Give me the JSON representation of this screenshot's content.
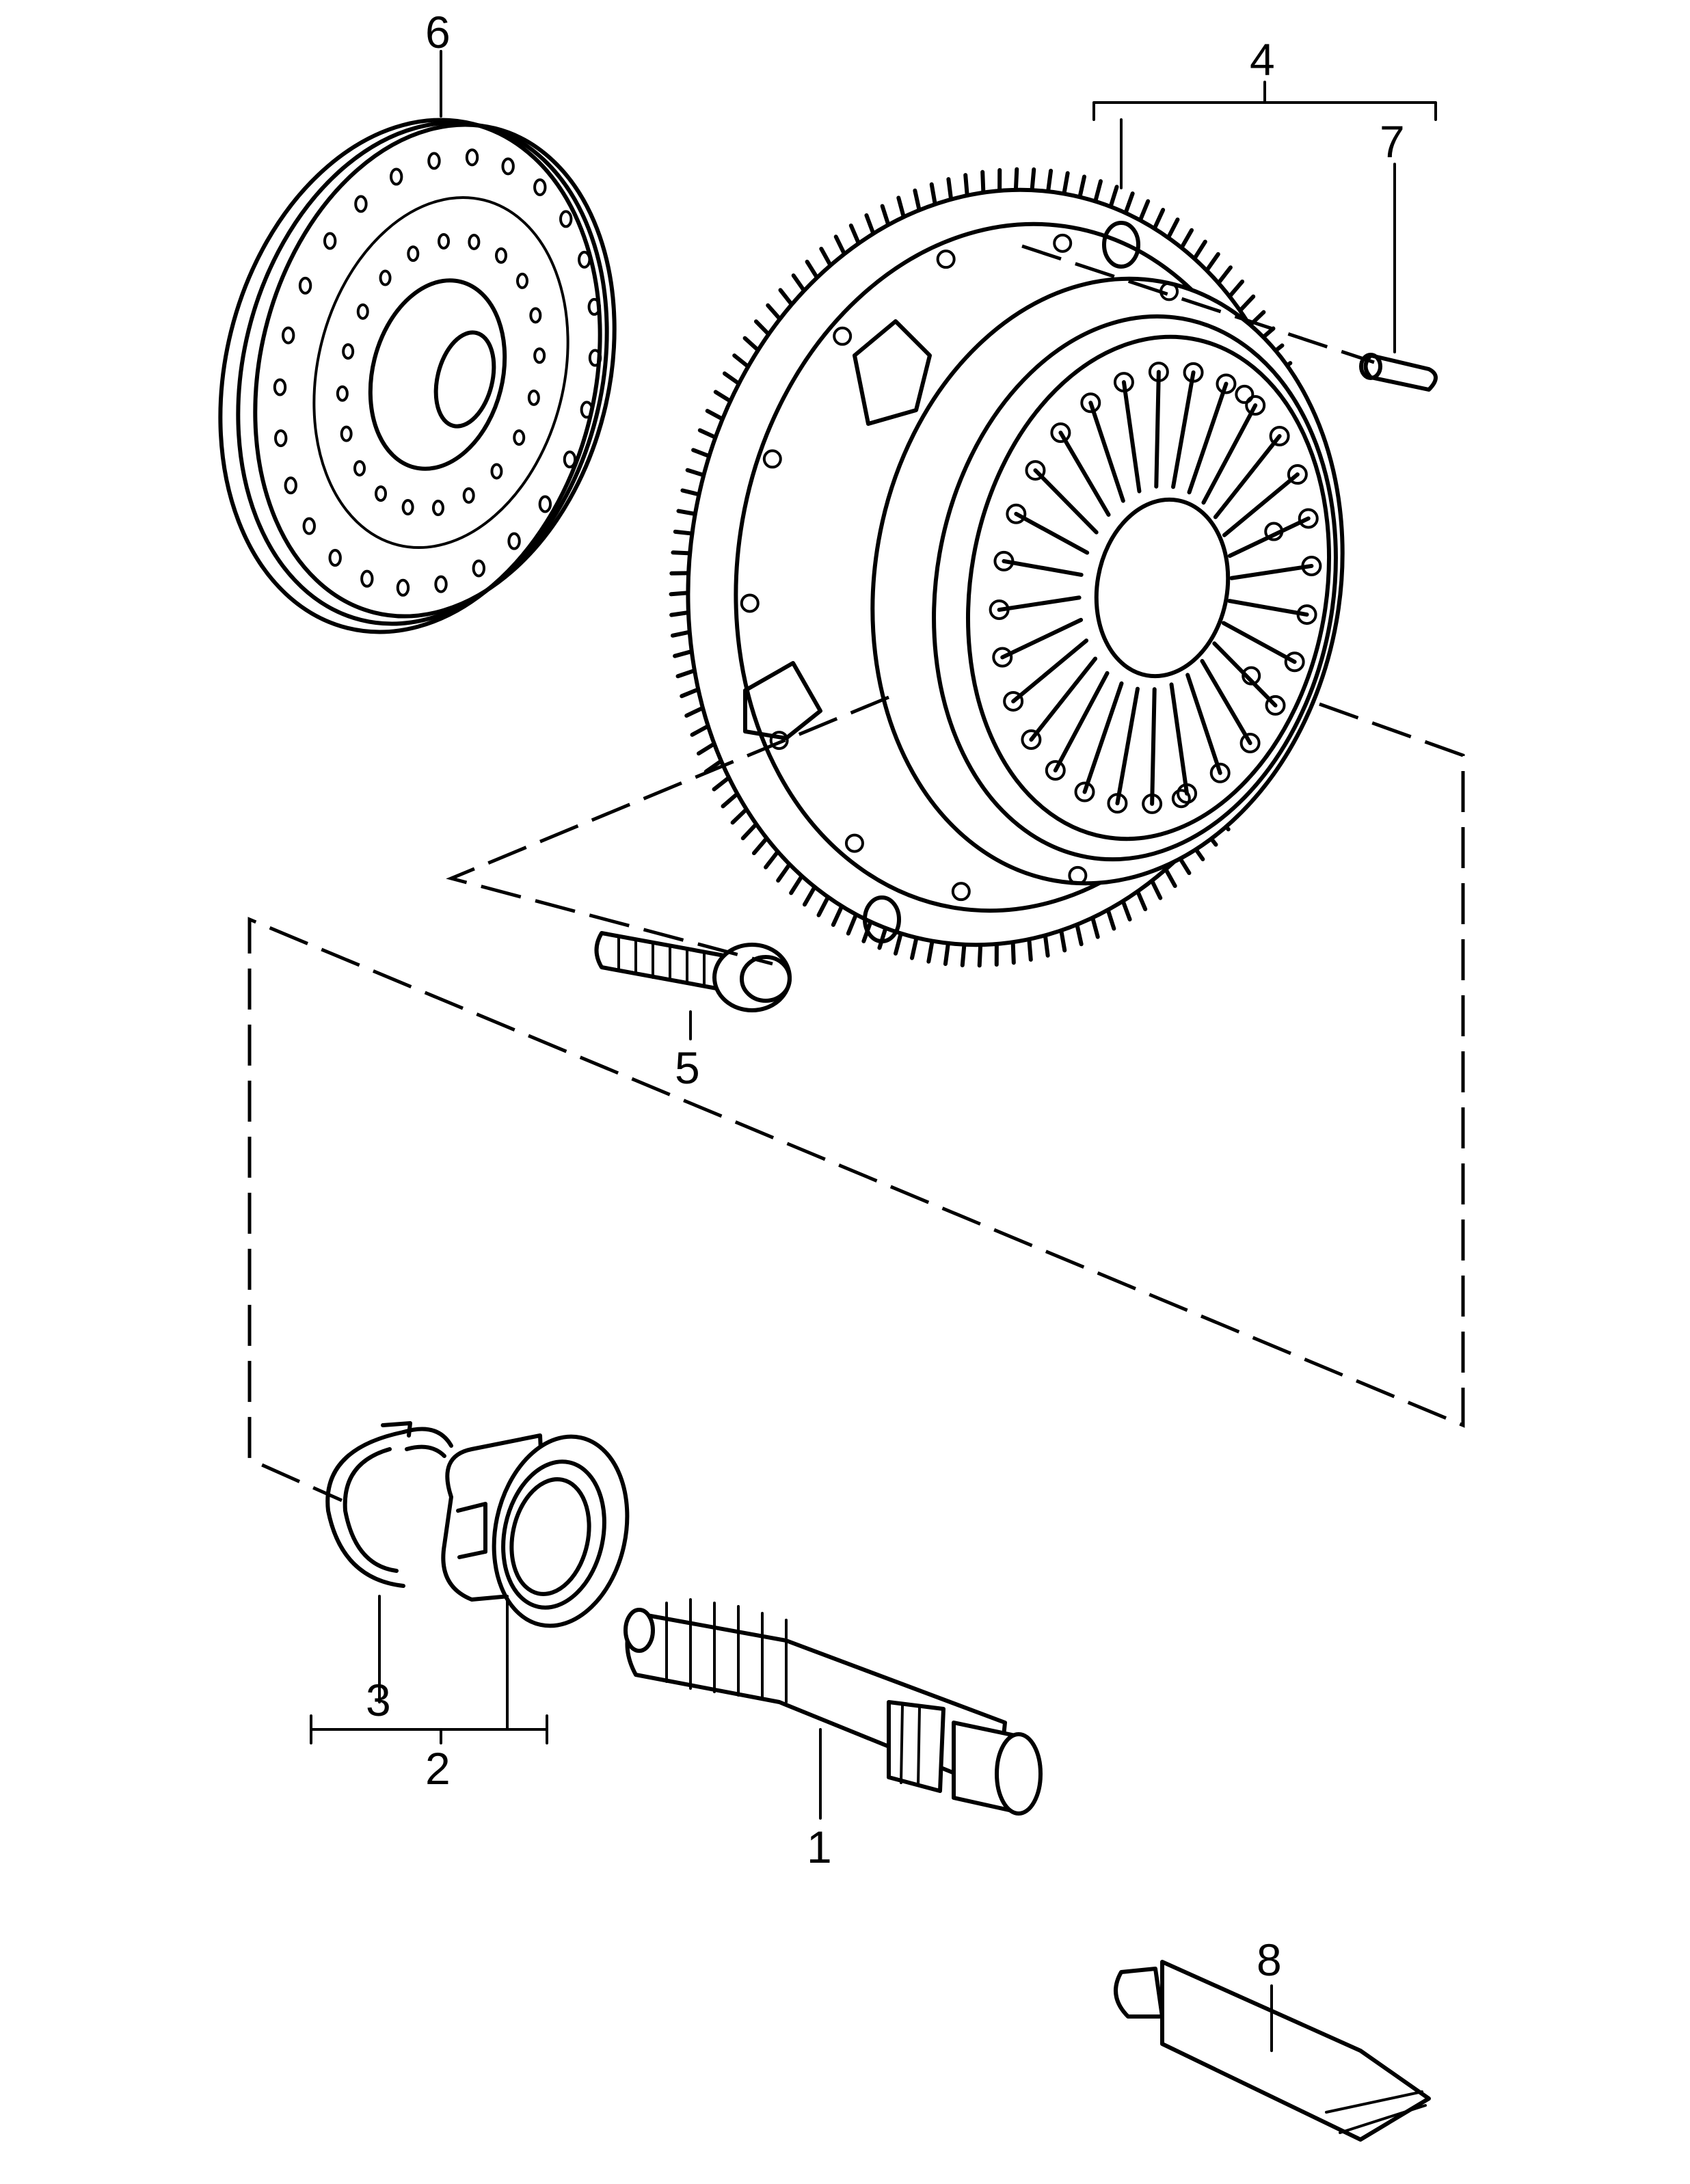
{
  "callouts": {
    "c1": "1",
    "c2": "2",
    "c3": "3",
    "c4": "4",
    "c5": "5",
    "c6": "6",
    "c7": "7",
    "c8": "8"
  },
  "colors": {
    "ink": "#000000",
    "background": "#ffffff"
  }
}
